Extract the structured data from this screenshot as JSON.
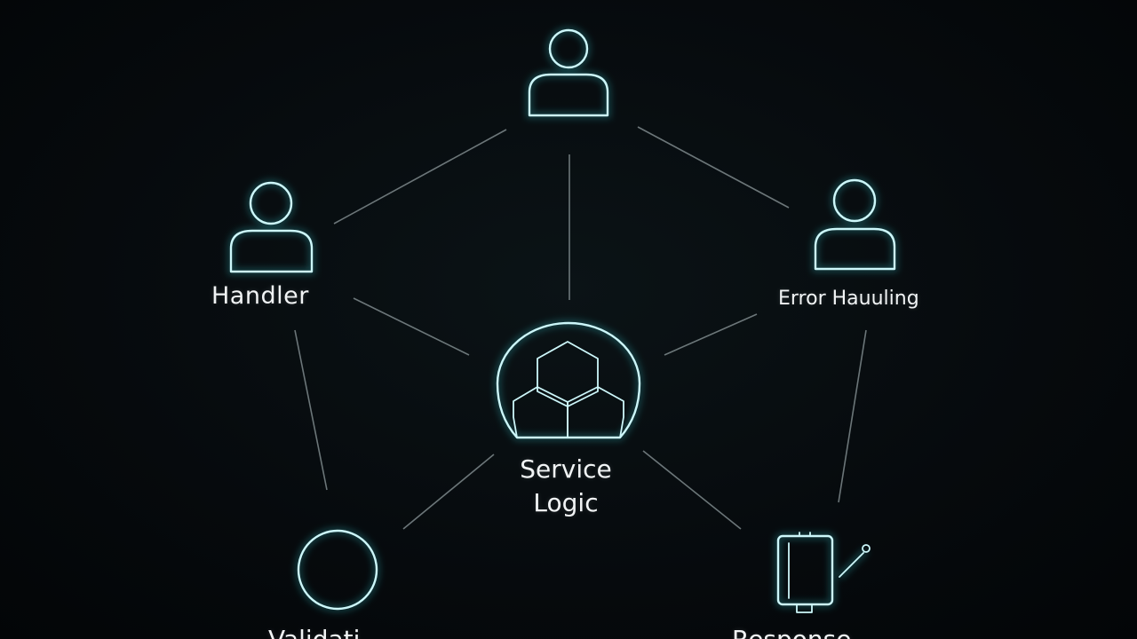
{
  "diagram": {
    "nodes": {
      "top": {
        "label": "",
        "icon": "user-icon"
      },
      "handler": {
        "label": "Handler",
        "icon": "user-icon"
      },
      "error_handling": {
        "label": "Error Hauuling",
        "icon": "user-icon"
      },
      "service_logic": {
        "label_line1": "Service",
        "label_line2": "Logic",
        "icon": "hexagon-cluster-icon"
      },
      "validation": {
        "label": "Validati",
        "icon": "circle-icon"
      },
      "response": {
        "label": "Response",
        "icon": "device-icon"
      }
    },
    "colors": {
      "background": "#05090c",
      "neon": "#35d6e0",
      "edge": "#8e999c",
      "text": "#f1f4f5"
    }
  }
}
